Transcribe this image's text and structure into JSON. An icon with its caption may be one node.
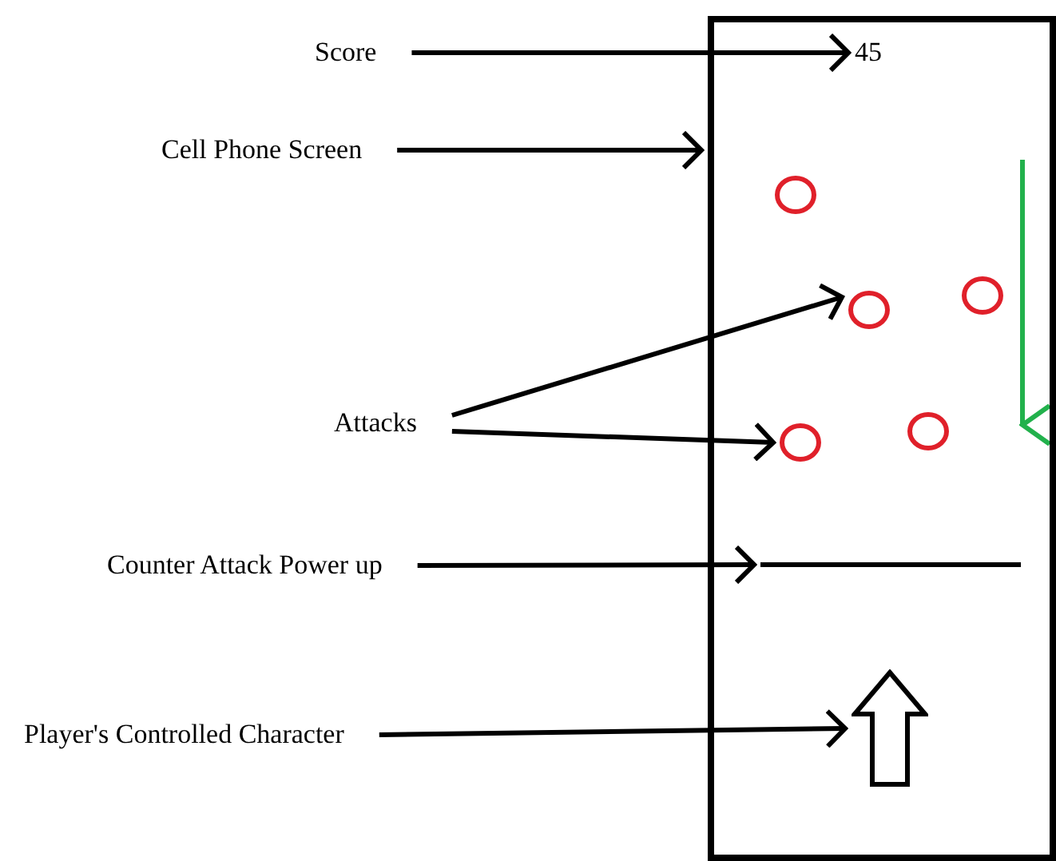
{
  "diagram": {
    "nodes": [
      {
        "text": [
          "Score"
        ]
      },
      {
        "text": [],
        "shape": "box"
      },
      {
        "text": [
          "45"
        ],
        "in": 1
      },
      {
        "text": [
          "Cell Phone Screen"
        ]
      },
      {
        "text": [],
        "shape": "circle",
        "in": 1
      },
      {
        "text": [],
        "shape": "circle",
        "in": 1
      },
      {
        "text": [],
        "shape": "circle",
        "in": 1
      },
      {
        "text": [
          "Attacks"
        ]
      },
      {
        "text": [],
        "shape": "circle",
        "in": 1
      },
      {
        "text": [],
        "shape": "circle",
        "in": 1
      },
      {
        "text": [
          "Counter Attack Power up"
        ]
      },
      {
        "text": [],
        "shape": "bar",
        "in": 1
      },
      {
        "text": [
          "Player's Controlled Character"
        ]
      },
      {
        "text": [],
        "shape": "arrow",
        "in": 1
      }
    ],
    "edges": [
      {
        "from": 0,
        "to": 2,
        "arrow": "to"
      },
      {
        "from": 3,
        "to": 1,
        "arrow": "to"
      },
      {
        "from": 7,
        "to": 6,
        "arrow": "to"
      },
      {
        "from": 7,
        "to": 9,
        "arrow": "to"
      },
      {
        "from": 10,
        "to": 11,
        "arrow": "to"
      },
      {
        "from": 12,
        "to": 13,
        "arrow": "to"
      }
    ]
  }
}
